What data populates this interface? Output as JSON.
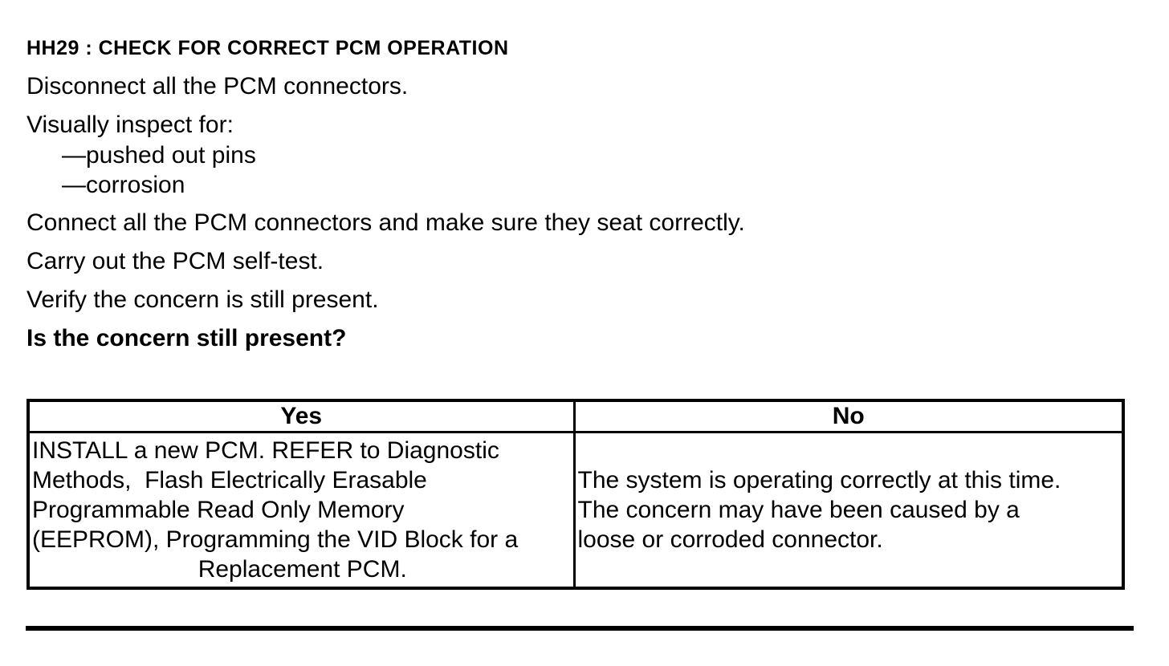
{
  "document": {
    "title": "HH29 : CHECK FOR CORRECT PCM OPERATION",
    "instructions": {
      "step1": "Disconnect all the PCM connectors.",
      "step2": "Visually inspect for:",
      "inspection_items": [
        "—pushed out pins",
        "—corrosion"
      ],
      "step3": "Connect all the PCM connectors and make sure they seat correctly.",
      "step4": "Carry out the PCM self-test.",
      "step5": "Verify the concern is still present.",
      "question": "Is the concern still present?"
    },
    "result_table": {
      "columns": [
        "Yes",
        "No"
      ],
      "yes_lines": [
        "INSTALL a new PCM. REFER to Diagnostic",
        "Methods,  Flash Electrically Erasable",
        "Programmable Read Only Memory",
        "(EEPROM), Programming the VID Block for a",
        "Replacement PCM."
      ],
      "no_lines": [
        "The system is operating correctly at this time.",
        "The concern may have been caused by a",
        "loose or corroded connector."
      ]
    },
    "colors": {
      "text": "#000000",
      "background": "#ffffff",
      "border": "#000000"
    }
  }
}
